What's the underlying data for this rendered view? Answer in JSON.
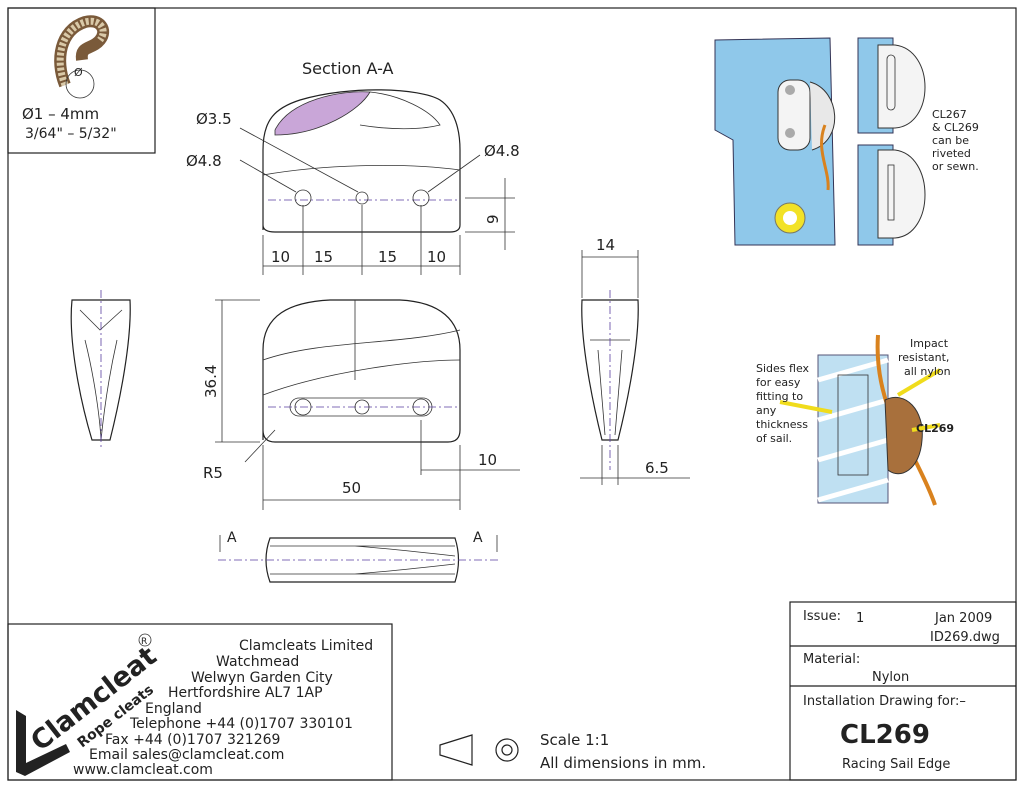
{
  "rope_box": {
    "diameter_range_mm": "Ø1 – 4mm",
    "diameter_range_in": "3/64\" – 5/32\"",
    "rope_symbol": "Ø"
  },
  "section": {
    "title": "Section A-A",
    "dims": {
      "hole_small": "Ø3.5",
      "hole_left": "Ø4.8",
      "hole_right": "Ø4.8",
      "height": "9",
      "d1": "10",
      "d2": "15",
      "d3": "15",
      "d4": "10"
    }
  },
  "front_view": {
    "height": "36.4",
    "radius": "R5",
    "width": "50",
    "offset": "10"
  },
  "side_view": {
    "width": "14",
    "depth": "6.5"
  },
  "bottom_view": {
    "section_left": "A",
    "section_right": "A"
  },
  "callouts": {
    "riveted": [
      "CL267",
      "& CL269",
      "can be",
      "riveted",
      "or sewn."
    ],
    "sides_flex": [
      "Sides flex",
      "for easy",
      "fitting to",
      "any",
      "thickness",
      "of sail."
    ],
    "impact": [
      "Impact",
      "resistant,",
      "all nylon"
    ],
    "product_label": "CL269"
  },
  "company": {
    "logo_main": "Clamcleat",
    "logo_sub": "Rope cleats",
    "logo_reg": "R",
    "lines": [
      "Clamcleats Limited",
      "Watchmead",
      "Welwyn Garden City",
      "Hertfordshire AL7 1AP",
      "England",
      "Telephone +44 (0)1707 330101",
      "Fax +44 (0)1707 321269",
      "Email sales@clamcleat.com",
      "www.clamcleat.com"
    ]
  },
  "scale": {
    "scale": "Scale 1:1",
    "units": "All dimensions in mm."
  },
  "title_block": {
    "issue_label": "Issue:",
    "issue": "1",
    "date": "Jan 2009",
    "file": "ID269.dwg",
    "material_label": "Material:",
    "material": "Nylon",
    "drawing_for": "Installation Drawing for:–",
    "part": "CL269",
    "description": "Racing Sail Edge"
  },
  "colors": {
    "sail": "#8fc8ea",
    "rope": "#d9821e",
    "grommet": "#f2e227",
    "arrow": "#f0dc1c",
    "centerline": "#5a3fa0"
  }
}
